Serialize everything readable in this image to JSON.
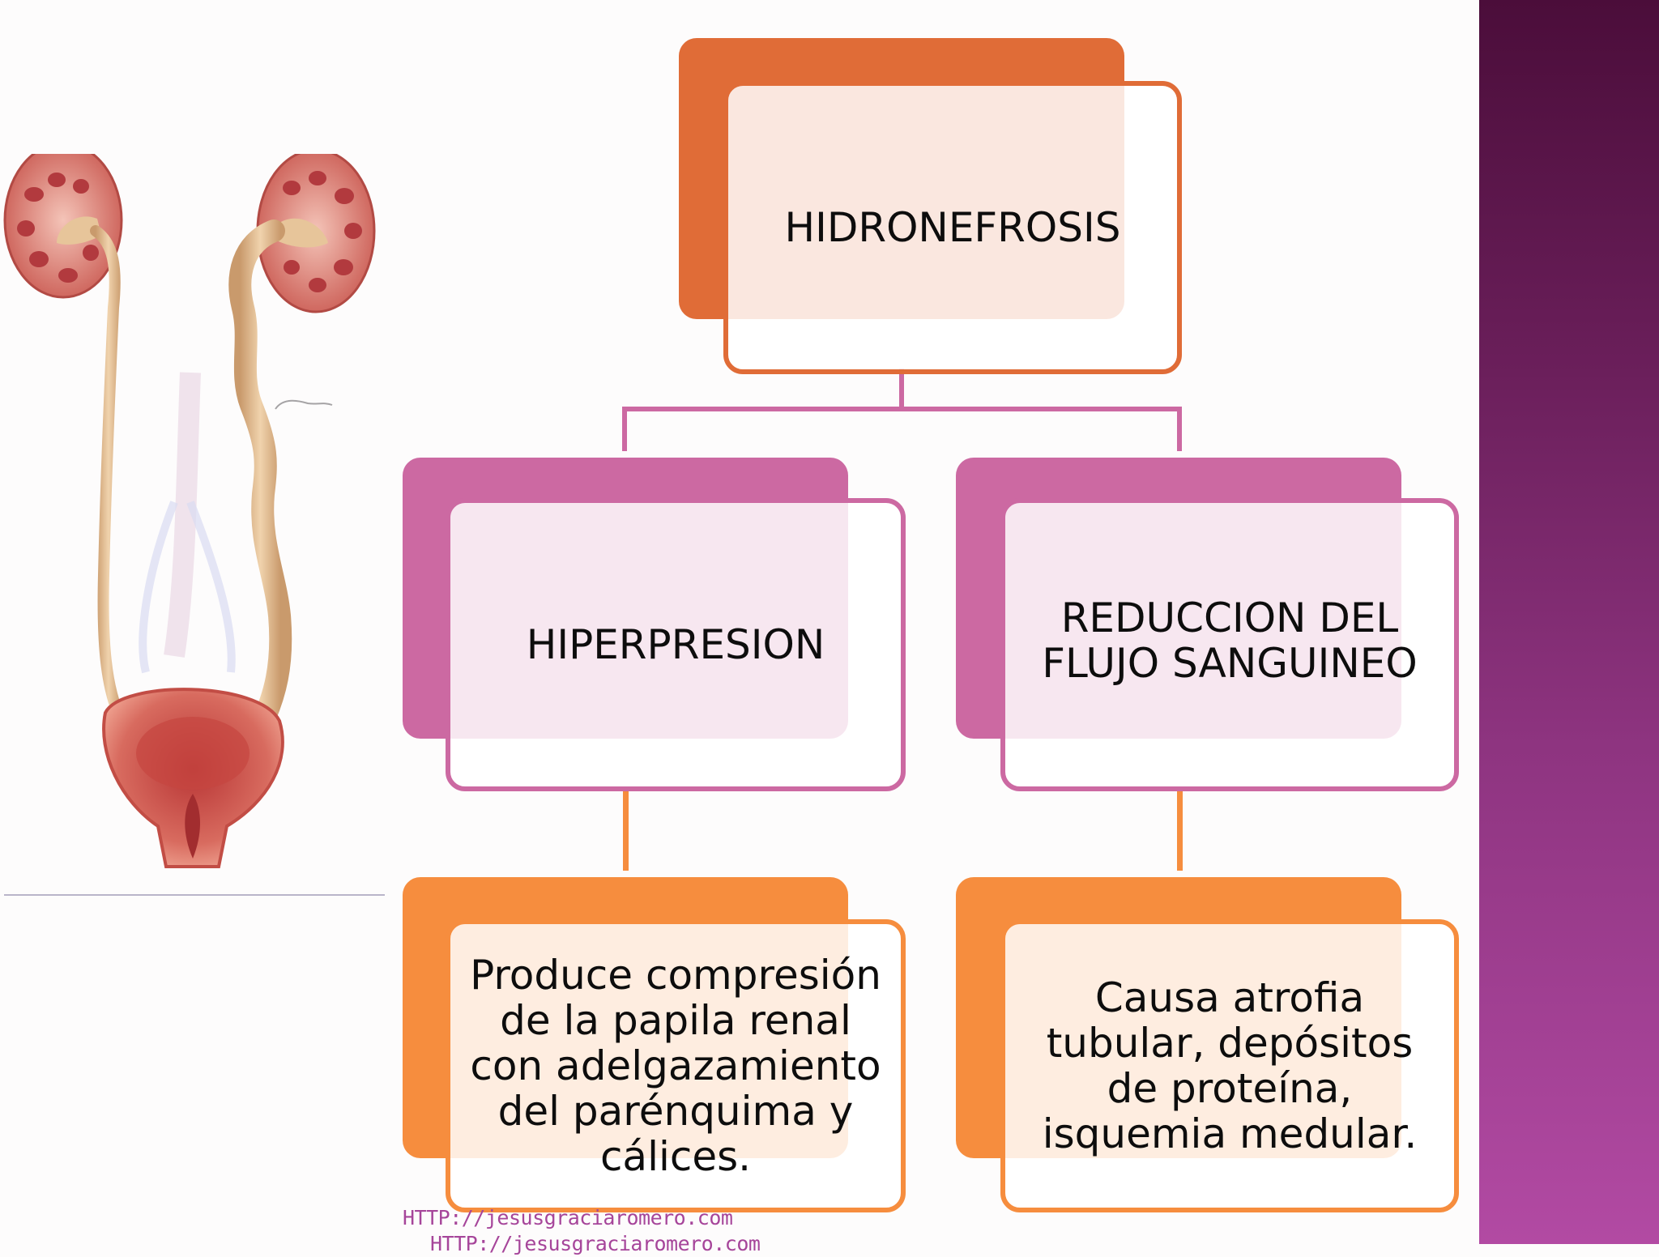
{
  "diagram": {
    "root": {
      "label": "HIDRONEFROSIS"
    },
    "branches": [
      {
        "label": "HIPERPRESION",
        "detail": "Produce compresión\nde la papila renal\ncon adelgazamiento\ndel parénquima y\ncálices."
      },
      {
        "label": "REDUCCION DEL\nFLUJO SANGUINEO",
        "detail": "Causa atrofia\ntubular, depósitos\nde proteína,\nisquemia medular."
      }
    ]
  },
  "footer": {
    "line1": "HTTP://jesusgraciaromero.com",
    "line2": "HTTP://jesusgraciaromero.com"
  },
  "colors": {
    "root_back": "#e06c37",
    "root_border": "#e06c37",
    "branch_back": "#cc69a2",
    "branch_border": "#cc69a2",
    "detail_back": "#f68d3e",
    "detail_border": "#f68d3e",
    "sidebar": "#7a2a6c"
  },
  "icons": {
    "illustration": "urinary-system-hydronephrosis-illustration"
  }
}
